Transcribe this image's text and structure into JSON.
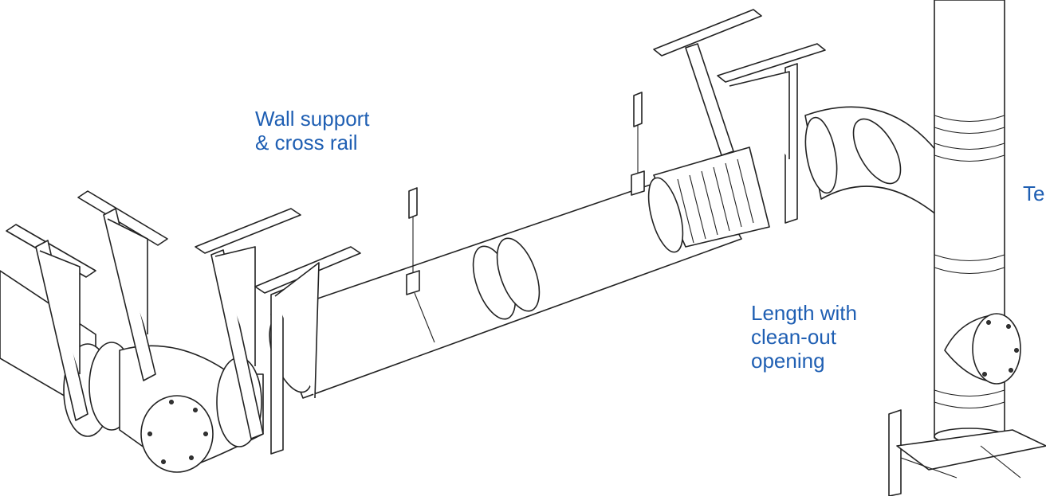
{
  "colors": {
    "label": "#1f5fb3",
    "line": "#222222",
    "background": "#ffffff"
  },
  "labels": {
    "wall_support": "Wall support\n& cross rail",
    "length_cleanout": "Length with\nclean-out\nopening",
    "tee": "Te"
  }
}
